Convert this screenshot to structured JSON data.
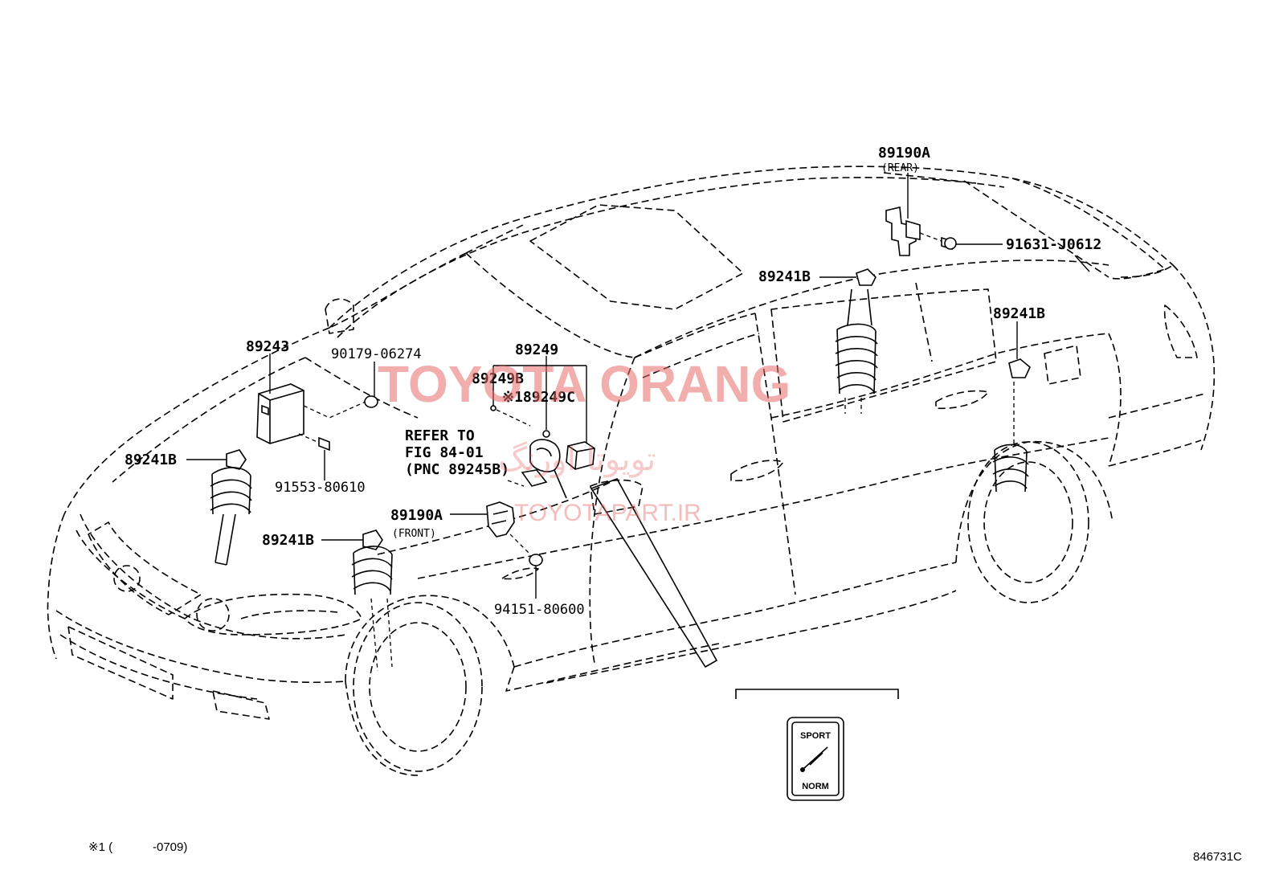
{
  "labels": {
    "p89190A_rear": "89190A",
    "rear": "(REAR)",
    "p91631": "91631-J0612",
    "p89241B_rear_l": "89241B",
    "p89241B_rear_r": "89241B",
    "p89243": "89243",
    "p90179": "90179-06274",
    "p89249": "89249",
    "p89249B": "89249B",
    "p89249C": "※189249C",
    "refer1": "REFER TO",
    "refer2": "FIG 84-01",
    "refer3": "(PNC 89245B)",
    "p89241B_front_u": "89241B",
    "p91553": "91553-80610",
    "p89190A_front": "89190A",
    "front": "(FRONT)",
    "p89241B_front_l": "89241B",
    "p94151": "94151-80600",
    "switch_top": "SPORT",
    "switch_bottom": "NORM"
  },
  "footnote": {
    "mark": "※1 (",
    "range": "-0709)"
  },
  "figure_id": "846731C",
  "watermark": {
    "title": "TOYOTA ORANG",
    "arabic": "تویوتا اورنگ",
    "site": "TOYOTAPART.IR",
    "color": "#e86a6a"
  }
}
